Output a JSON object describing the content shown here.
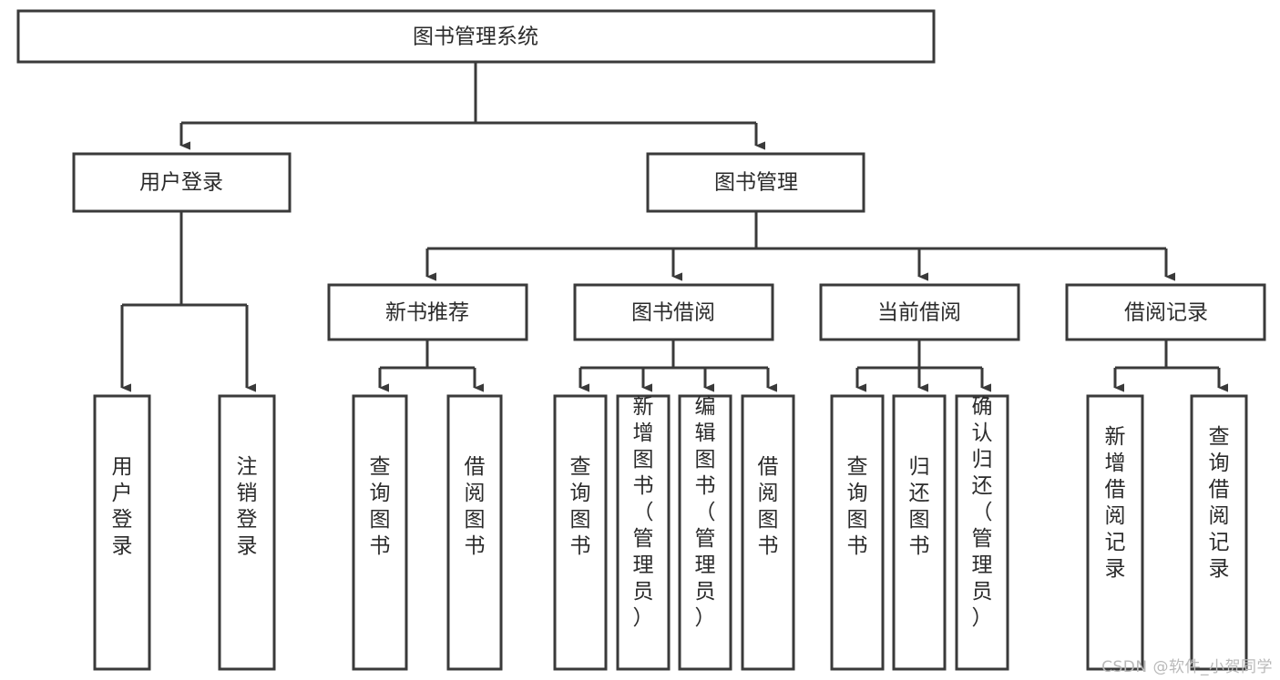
{
  "diagram": {
    "type": "tree-hierarchy",
    "title": "图书管理系统",
    "orientation": "top-down",
    "watermark": "CSDN @软件_小贺同学",
    "theme": {
      "box_fill": "#ffffff",
      "box_stroke": "#3a3a3a",
      "text_color": "#2b2b2b",
      "background": "#ffffff",
      "watermark_color": "#b9b9b9"
    },
    "levels": [
      {
        "level": 1,
        "nodes": [
          {
            "id": "root",
            "label": "图书管理系统",
            "orientation": "horizontal"
          }
        ]
      },
      {
        "level": 2,
        "nodes": [
          {
            "id": "login",
            "label": "用户登录",
            "orientation": "horizontal",
            "parent": "root"
          },
          {
            "id": "bookmgmt",
            "label": "图书管理",
            "orientation": "horizontal",
            "parent": "root"
          }
        ]
      },
      {
        "level": 3,
        "nodes": [
          {
            "id": "newbook",
            "label": "新书推荐",
            "orientation": "horizontal",
            "parent": "bookmgmt"
          },
          {
            "id": "borrow",
            "label": "图书借阅",
            "orientation": "horizontal",
            "parent": "bookmgmt"
          },
          {
            "id": "current",
            "label": "当前借阅",
            "orientation": "horizontal",
            "parent": "bookmgmt"
          },
          {
            "id": "records",
            "label": "借阅记录",
            "orientation": "horizontal",
            "parent": "bookmgmt"
          }
        ]
      },
      {
        "level": 4,
        "nodes": [
          {
            "id": "leaf-1",
            "label": "用户登录",
            "orientation": "vertical",
            "parent": "login"
          },
          {
            "id": "leaf-2",
            "label": "注销登录",
            "orientation": "vertical",
            "parent": "login"
          },
          {
            "id": "leaf-3",
            "label": "查询图书",
            "orientation": "vertical",
            "parent": "newbook"
          },
          {
            "id": "leaf-4",
            "label": "借阅图书",
            "orientation": "vertical",
            "parent": "newbook"
          },
          {
            "id": "leaf-5",
            "label": "查询图书",
            "orientation": "vertical",
            "parent": "borrow"
          },
          {
            "id": "leaf-6",
            "label": "新增图书（管理员）",
            "orientation": "vertical",
            "parent": "borrow"
          },
          {
            "id": "leaf-7",
            "label": "编辑图书（管理员）",
            "orientation": "vertical",
            "parent": "borrow"
          },
          {
            "id": "leaf-8",
            "label": "借阅图书",
            "orientation": "vertical",
            "parent": "borrow"
          },
          {
            "id": "leaf-9",
            "label": "查询图书",
            "orientation": "vertical",
            "parent": "current"
          },
          {
            "id": "leaf-10",
            "label": "归还图书",
            "orientation": "vertical",
            "parent": "current"
          },
          {
            "id": "leaf-11",
            "label": "确认归还（管理员）",
            "orientation": "vertical",
            "parent": "current"
          },
          {
            "id": "leaf-12",
            "label": "新增借阅记录",
            "orientation": "vertical",
            "parent": "records"
          },
          {
            "id": "leaf-13",
            "label": "查询借阅记录",
            "orientation": "vertical",
            "parent": "records"
          }
        ]
      }
    ]
  }
}
